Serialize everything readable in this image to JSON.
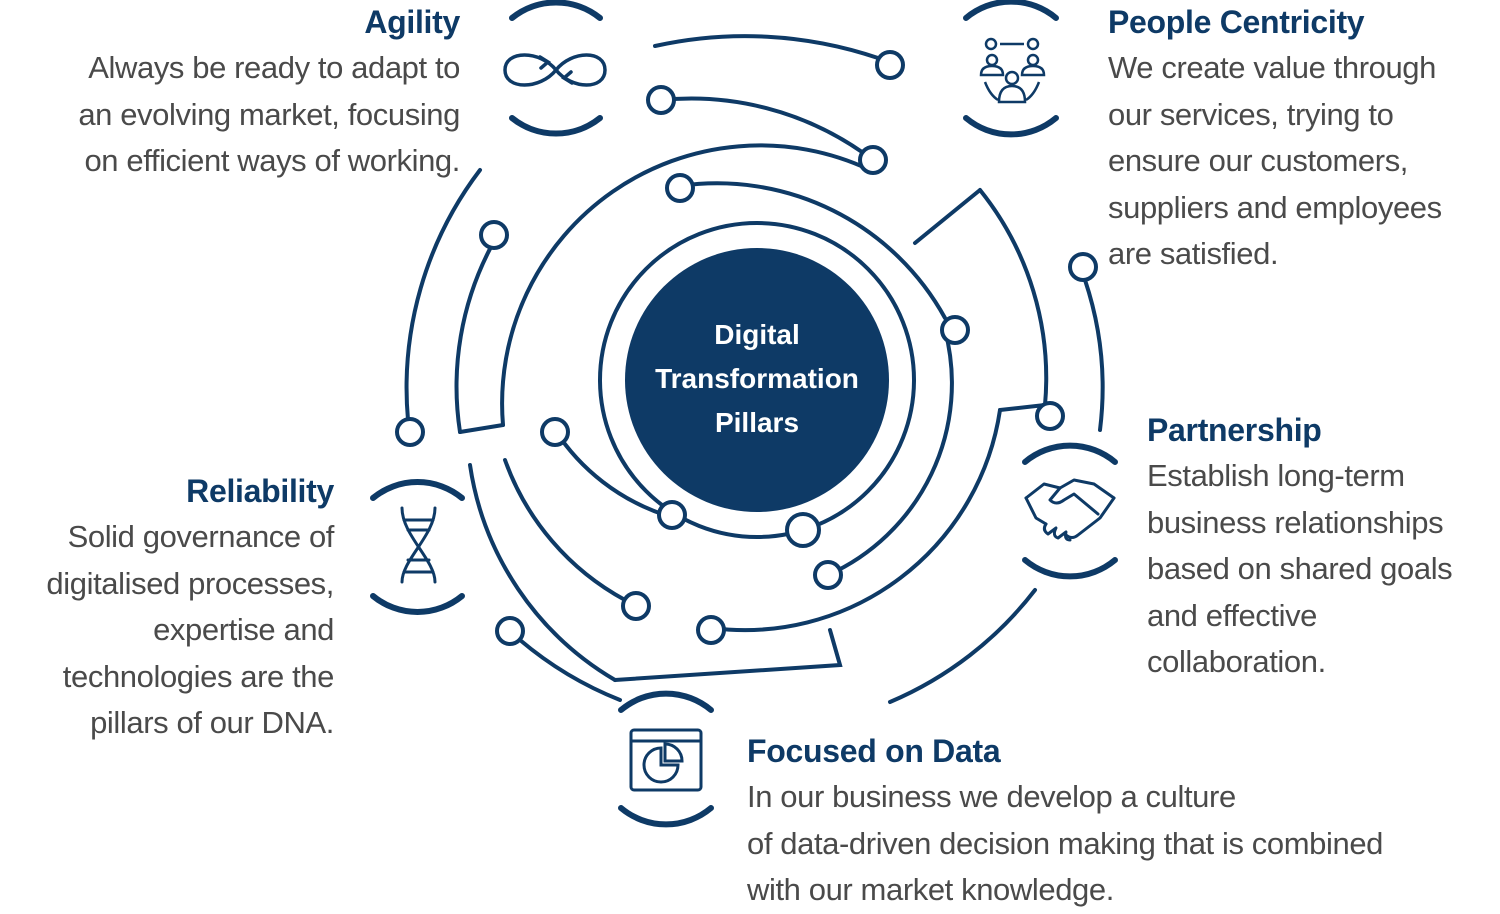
{
  "center": {
    "line1": "Digital",
    "line2": "Transformation",
    "line3": "Pillars"
  },
  "colors": {
    "primary": "#0e3a66",
    "text": "#4a4a4a",
    "background": "#ffffff"
  },
  "pillars": {
    "agility": {
      "title": "Agility",
      "lines": [
        "Always be ready to adapt to",
        "an evolving market, focusing",
        "on efficient ways of working."
      ],
      "icon": "infinity-icon"
    },
    "people": {
      "title": "People Centricity",
      "lines": [
        "We create value through",
        "our services, trying to",
        "ensure our customers,",
        "suppliers and employees",
        "are satisfied."
      ],
      "icon": "people-group-icon"
    },
    "partnership": {
      "title": "Partnership",
      "lines": [
        "Establish long-term",
        "business relationships",
        "based on shared goals",
        "and effective",
        "collaboration."
      ],
      "icon": "handshake-icon"
    },
    "reliability": {
      "title": "Reliability",
      "lines": [
        "Solid governance of",
        "digitalised processes,",
        "expertise and",
        "technologies are the",
        "pillars of our DNA."
      ],
      "icon": "dna-icon"
    },
    "data": {
      "title": "Focused on Data",
      "lines": [
        "In our business we develop a culture",
        "of data-driven decision making that is combined",
        "with our market knowledge."
      ],
      "icon": "pie-chart-window-icon"
    }
  }
}
